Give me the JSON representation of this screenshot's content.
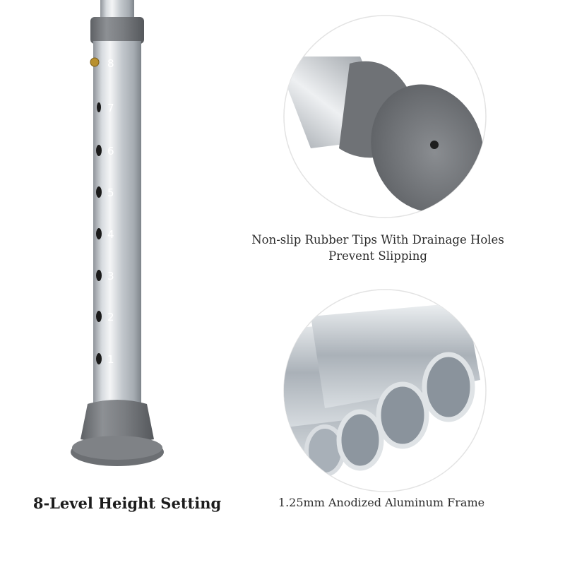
{
  "captions": {
    "tips_line1": "Non-slip Rubber Tips With Drainage Holes",
    "tips_line2": "Prevent Slipping",
    "frame": "1.25mm Anodized Aluminum Frame",
    "height": "8-Level Height Setting"
  },
  "height_levels": [
    "8",
    "7",
    "6",
    "5",
    "4",
    "3",
    "2",
    "1"
  ],
  "colors": {
    "rubber": "#7b7e82",
    "aluminum": "#c9cdd1",
    "text": "#2b2b2b"
  }
}
